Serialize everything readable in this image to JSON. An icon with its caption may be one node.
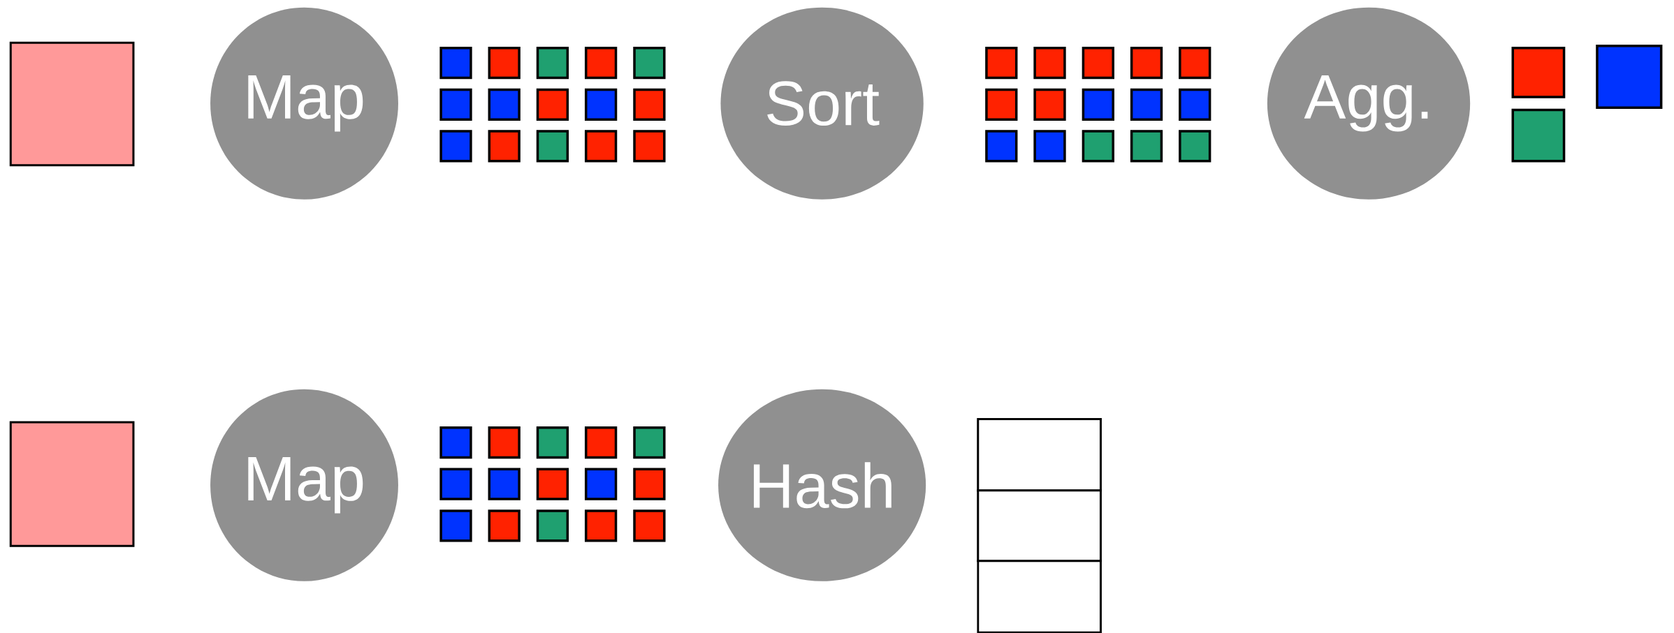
{
  "diagram": {
    "nodes": [
      {
        "text": [],
        "shape": "box"
      },
      {
        "text": [
          "Map"
        ]
      },
      {
        "text": [],
        "shape": "box"
      },
      {
        "text": [],
        "shape": "box"
      },
      {
        "text": [],
        "shape": "box"
      },
      {
        "text": [],
        "shape": "box"
      },
      {
        "text": [],
        "shape": "box"
      },
      {
        "text": [],
        "shape": "box"
      },
      {
        "text": [],
        "shape": "box"
      },
      {
        "text": [],
        "shape": "box"
      },
      {
        "text": [],
        "shape": "box"
      },
      {
        "text": [],
        "shape": "box"
      },
      {
        "text": [],
        "shape": "box"
      },
      {
        "text": [],
        "shape": "box"
      },
      {
        "text": [],
        "shape": "box"
      },
      {
        "text": [],
        "shape": "box"
      },
      {
        "text": [],
        "shape": "box"
      },
      {
        "text": [
          "Sort"
        ]
      },
      {
        "text": [],
        "shape": "box"
      },
      {
        "text": [],
        "shape": "box"
      },
      {
        "text": [],
        "shape": "box"
      },
      {
        "text": [],
        "shape": "box"
      },
      {
        "text": [],
        "shape": "box"
      },
      {
        "text": [],
        "shape": "box"
      },
      {
        "text": [],
        "shape": "box"
      },
      {
        "text": [],
        "shape": "box"
      },
      {
        "text": [],
        "shape": "box"
      },
      {
        "text": [],
        "shape": "box"
      },
      {
        "text": [],
        "shape": "box"
      },
      {
        "text": [],
        "shape": "box"
      },
      {
        "text": [],
        "shape": "box"
      },
      {
        "text": [],
        "shape": "box"
      },
      {
        "text": [],
        "shape": "box"
      },
      {
        "text": [
          "Agg."
        ]
      },
      {
        "text": [],
        "shape": "box"
      },
      {
        "text": [],
        "shape": "box"
      },
      {
        "text": [],
        "shape": "box"
      },
      {
        "text": [],
        "shape": "box"
      },
      {
        "text": [
          "Map"
        ]
      },
      {
        "text": [],
        "shape": "box"
      },
      {
        "text": [],
        "shape": "box"
      },
      {
        "text": [],
        "shape": "box"
      },
      {
        "text": [],
        "shape": "box"
      },
      {
        "text": [],
        "shape": "box"
      },
      {
        "text": [],
        "shape": "box"
      },
      {
        "text": [],
        "shape": "box"
      },
      {
        "text": [],
        "shape": "box"
      },
      {
        "text": [],
        "shape": "box"
      },
      {
        "text": [],
        "shape": "box"
      },
      {
        "text": [],
        "shape": "box"
      },
      {
        "text": [],
        "shape": "box"
      },
      {
        "text": [],
        "shape": "box"
      },
      {
        "text": [],
        "shape": "box"
      },
      {
        "text": [],
        "shape": "box"
      },
      {
        "text": [
          "Hash"
        ]
      },
      {
        "text": [],
        "shape": "box"
      },
      {
        "text": [],
        "shape": "box"
      },
      {
        "text": [],
        "shape": "box"
      }
    ]
  }
}
